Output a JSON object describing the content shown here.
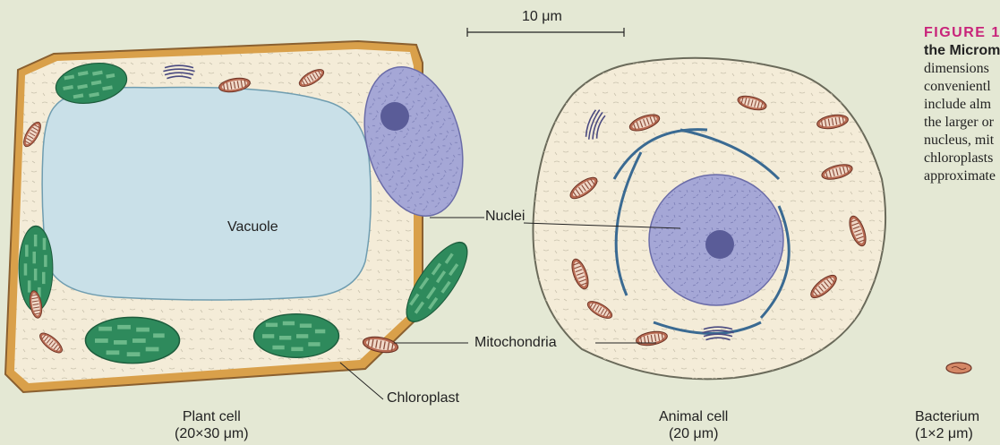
{
  "scale_bar": {
    "label": "10 μm"
  },
  "labels": {
    "nuclei": "Nuclei",
    "vacuole": "Vacuole",
    "mitochondria": "Mitochondria",
    "chloroplast": "Chloroplast"
  },
  "captions": {
    "plant": {
      "name": "Plant cell",
      "size": "(20×30 μm)"
    },
    "animal": {
      "name": "Animal cell",
      "size": "(20 μm)"
    },
    "bacterium": {
      "name": "Bacterium",
      "size": "(1×2 μm)"
    }
  },
  "figure_text": {
    "title": "FIGURE 1",
    "bold_line": "the Microm",
    "lines": [
      "dimensions",
      "convenientl",
      "include alm",
      "the larger or",
      "nucleus, mit",
      "chloroplasts",
      "approximate"
    ]
  },
  "colors": {
    "background": "#e4e8d4",
    "cytoplasm": "#f4ecd8",
    "wall": "#d9a04a",
    "vacuole": "#c9e0e8",
    "nucleus": "#a5a7d6",
    "chloroplast": "#2e8a5c",
    "mitochondrion": "#b86a52",
    "accent": "#c8237a"
  }
}
